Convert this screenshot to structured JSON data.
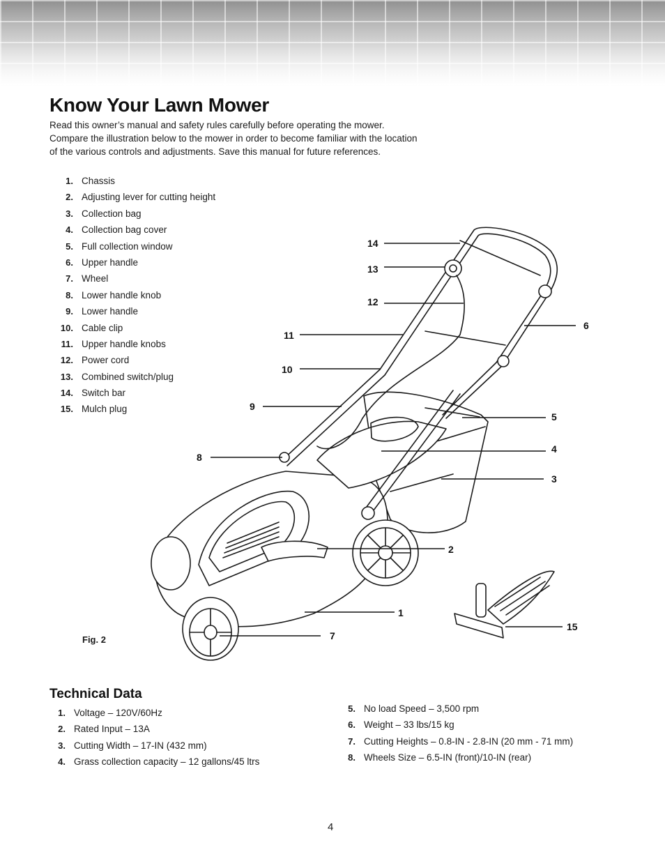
{
  "header": {
    "title": "Know Your Lawn Mower",
    "intro_lines": [
      "Read this owner’s manual and safety rules carefully before operating the mower.",
      "Compare the illustration below to the mower in order to become familiar with the location",
      "of the various controls and adjustments. Save this manual for future references."
    ]
  },
  "parts": [
    {
      "num": "1.",
      "label": "Chassis"
    },
    {
      "num": "2.",
      "label": "Adjusting lever for cutting height"
    },
    {
      "num": "3.",
      "label": "Collection bag"
    },
    {
      "num": "4.",
      "label": "Collection bag cover"
    },
    {
      "num": "5.",
      "label": "Full collection window"
    },
    {
      "num": "6.",
      "label": "Upper handle"
    },
    {
      "num": "7.",
      "label": "Wheel"
    },
    {
      "num": "8.",
      "label": "Lower handle knob"
    },
    {
      "num": "9.",
      "label": "Lower handle"
    },
    {
      "num": "10.",
      "label": "Cable clip"
    },
    {
      "num": "11.",
      "label": "Upper handle knobs"
    },
    {
      "num": "12.",
      "label": "Power cord"
    },
    {
      "num": "13.",
      "label": "Combined switch/plug"
    },
    {
      "num": "14.",
      "label": "Switch bar"
    },
    {
      "num": "15.",
      "label": "Mulch plug"
    }
  ],
  "figure": {
    "caption": "Fig. 2",
    "callouts": [
      "1",
      "2",
      "3",
      "4",
      "5",
      "6",
      "7",
      "8",
      "9",
      "10",
      "11",
      "12",
      "13",
      "14",
      "15"
    ]
  },
  "technical": {
    "title": "Technical Data",
    "left": [
      {
        "num": "1.",
        "text": "Voltage – 120V/60Hz"
      },
      {
        "num": "2.",
        "text": "Rated Input – 13A"
      },
      {
        "num": "3.",
        "text": "Cutting Width – 17-IN (432 mm)"
      },
      {
        "num": "4.",
        "text": "Grass collection capacity – 12 gallons/45 ltrs"
      }
    ],
    "right": [
      {
        "num": "5.",
        "text": "No load Speed – 3,500 rpm"
      },
      {
        "num": "6.",
        "text": "Weight – 33 lbs/15 kg"
      },
      {
        "num": "7.",
        "text": "Cutting Heights – 0.8-IN - 2.8-IN (20 mm - 71 mm)"
      },
      {
        "num": "8.",
        "text": "Wheels Size – 6.5-IN (front)/10-IN (rear)"
      }
    ]
  },
  "footer": {
    "page_number": "4"
  }
}
